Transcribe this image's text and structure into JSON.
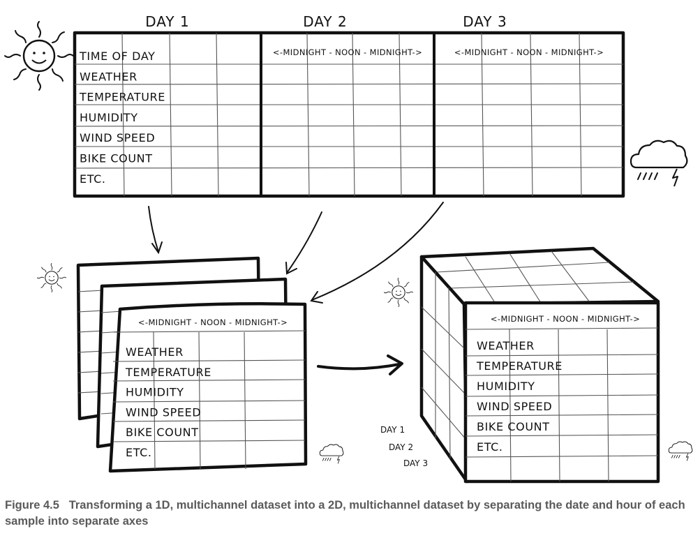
{
  "days": [
    "DAY 1",
    "DAY 2",
    "DAY 3"
  ],
  "time_axis": "<-MIDNIGHT - NOON - MIDNIGHT->",
  "top_rows": [
    "TIME OF DAY",
    "WEATHER",
    "TEMPERATURE",
    "HUMIDITY",
    "WIND SPEED",
    "BIKE COUNT",
    "ETC."
  ],
  "features": [
    "WEATHER",
    "TEMPERATURE",
    "HUMIDITY",
    "WIND SPEED",
    "BIKE COUNT",
    "ETC."
  ],
  "cube_day_labels": [
    "DAY 1",
    "DAY 2",
    "DAY 3"
  ],
  "icons": [
    "sun-icon",
    "storm-cloud-icon"
  ],
  "caption": {
    "figure": "Figure 4.5",
    "text": "Transforming a 1D, multichannel dataset into a 2D, multichannel dataset by separating the date and hour of each sample into separate axes"
  }
}
